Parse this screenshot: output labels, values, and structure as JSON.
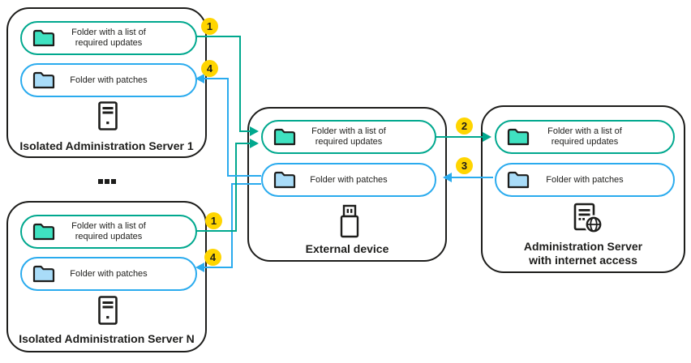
{
  "boxes": {
    "server1": {
      "label": "Isolated Administration Server 1"
    },
    "serverN": {
      "label": "Isolated Administration Server N"
    },
    "external": {
      "label": "External device"
    },
    "admin": {
      "label_line1": "Administration Server",
      "label_line2": "with internet access"
    }
  },
  "folders": {
    "updates": "Folder with a list of required updates",
    "patches": "Folder with patches"
  },
  "badges": {
    "step1": "1",
    "step2": "2",
    "step3": "3",
    "step4": "4"
  },
  "ellipsis": "...",
  "icons": {
    "folder": "folder-icon",
    "server_tower": "server-tower-icon",
    "usb_drive": "usb-drive-icon",
    "server_globe": "server-with-globe-icon",
    "arrowhead": "arrowhead-triangle"
  },
  "colors": {
    "teal": "#00A88E",
    "blue": "#2AABEE",
    "teal_folder_fill": "#3FE2C1",
    "blue_folder_fill": "#A9DCF8",
    "badge_yellow": "#FFD500",
    "outline_black": "#1D1D1B"
  }
}
